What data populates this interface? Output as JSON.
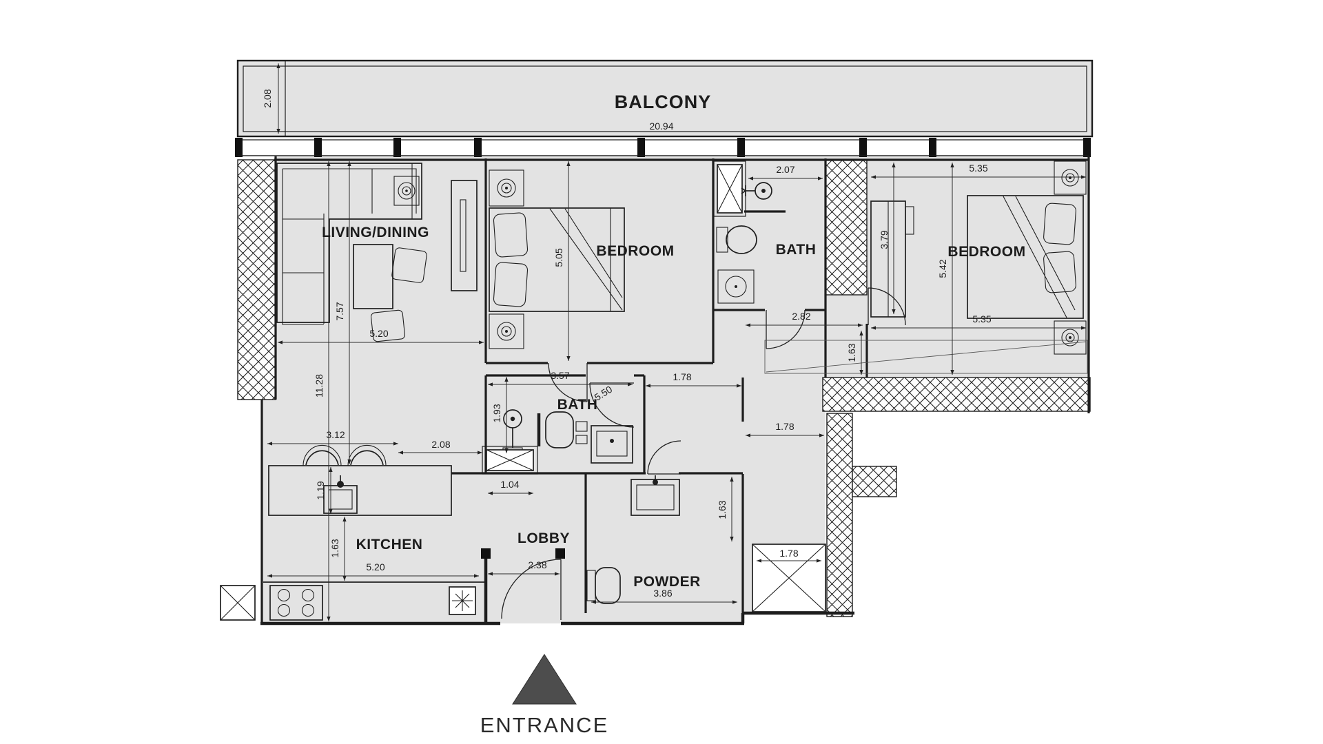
{
  "rooms": [
    {
      "id": "balcony",
      "label": "BALCONY"
    },
    {
      "id": "living-dining",
      "label": "LIVING/DINING"
    },
    {
      "id": "bedroom-1",
      "label": "BEDROOM"
    },
    {
      "id": "bath-top",
      "label": "BATH"
    },
    {
      "id": "bedroom-2",
      "label": "BEDROOM"
    },
    {
      "id": "bath-mid",
      "label": "BATH"
    },
    {
      "id": "kitchen",
      "label": "KITCHEN"
    },
    {
      "id": "lobby",
      "label": "LOBBY"
    },
    {
      "id": "powder",
      "label": "POWDER"
    }
  ],
  "entrance_label": "ENTRANCE",
  "dims": [
    {
      "id": "balcony-width",
      "value": "20.94"
    },
    {
      "id": "balcony-depth",
      "value": "2.08"
    },
    {
      "id": "living-height",
      "value": "7.57"
    },
    {
      "id": "total-height",
      "value": "11.28"
    },
    {
      "id": "living-width",
      "value": "5.20"
    },
    {
      "id": "bedroom1-height",
      "value": "5.05"
    },
    {
      "id": "shower-top-width",
      "value": "2.07"
    },
    {
      "id": "breakfast-bar-width",
      "value": "3.12"
    },
    {
      "id": "counter-width",
      "value": "2.08"
    },
    {
      "id": "sink-depth",
      "value": "1.19"
    },
    {
      "id": "kitchen-gap",
      "value": "1.63"
    },
    {
      "id": "kitchen-width",
      "value": "5.20"
    },
    {
      "id": "bath-mid-width",
      "value": "3.57"
    },
    {
      "id": "bath-mid-area",
      "value": "5.50"
    },
    {
      "id": "bath-mid-depth",
      "value": "1.93"
    },
    {
      "id": "bath-mid-right",
      "value": "1.78"
    },
    {
      "id": "corridor-top-width",
      "value": "2.82"
    },
    {
      "id": "corridor-top-height",
      "value": "1.63"
    },
    {
      "id": "corridor-right-width",
      "value": "1.78"
    },
    {
      "id": "shaft-width",
      "value": "1.78"
    },
    {
      "id": "lobby-shaft-width",
      "value": "1.04"
    },
    {
      "id": "entry-width",
      "value": "2.38"
    },
    {
      "id": "powder-height",
      "value": "1.63"
    },
    {
      "id": "powder-width",
      "value": "3.86"
    },
    {
      "id": "wardrobe2-height",
      "value": "3.79"
    },
    {
      "id": "bedroom2-width-top",
      "value": "5.35"
    },
    {
      "id": "bedroom2-height",
      "value": "5.42"
    },
    {
      "id": "bedroom2-width-bottom",
      "value": "5.35"
    }
  ],
  "colors": {
    "floor": "#e3e3e3",
    "wall": "#1d1d1d",
    "dimension": "#2b2b2b",
    "entrance_arrow": "#4d4d4d"
  }
}
